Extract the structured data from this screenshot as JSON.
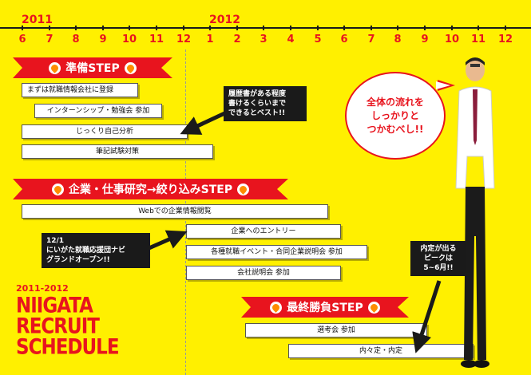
{
  "timeline": {
    "years": [
      "2011",
      "2012"
    ],
    "months": [
      "6",
      "7",
      "8",
      "9",
      "10",
      "11",
      "12",
      "1",
      "2",
      "3",
      "4",
      "5",
      "6",
      "7",
      "8",
      "9",
      "10",
      "11",
      "12"
    ]
  },
  "steps": {
    "prep": "準備STEP",
    "research": "企業・仕事研究→絞り込みSTEP",
    "final": "最終勝負STEP"
  },
  "tasks": [
    "まずは就職情報会社に登録",
    "インターンシップ・勉強会 参加",
    "じっくり自己分析",
    "筆記試験対策",
    "Webでの企業情報閲覧",
    "企業へのエントリー",
    "各種就職イベント・合同企業説明会 参加",
    "会社説明会 参加",
    "選考会 参加",
    "内々定・内定"
  ],
  "callouts": {
    "resume": [
      "履歴書がある程度",
      "書けるくらいまで",
      "できるとベスト!!"
    ],
    "navi": [
      "12/1",
      "にいがた就職応援団ナビ",
      "グランドオープン!!"
    ],
    "peak": [
      "内定が出る",
      "ピークは",
      "5~6月!!"
    ]
  },
  "bubble": [
    "全体の流れを",
    "しっかりと",
    "つかむべし!!"
  ],
  "brand": [
    "2011-2012",
    "NIIGATA",
    "RECRUIT",
    "SCHEDULE"
  ],
  "colors": {
    "background": "#fff000",
    "accent_red": "#e8141e",
    "dark": "#1a1a1a"
  },
  "icons": [
    "flame-icon"
  ]
}
